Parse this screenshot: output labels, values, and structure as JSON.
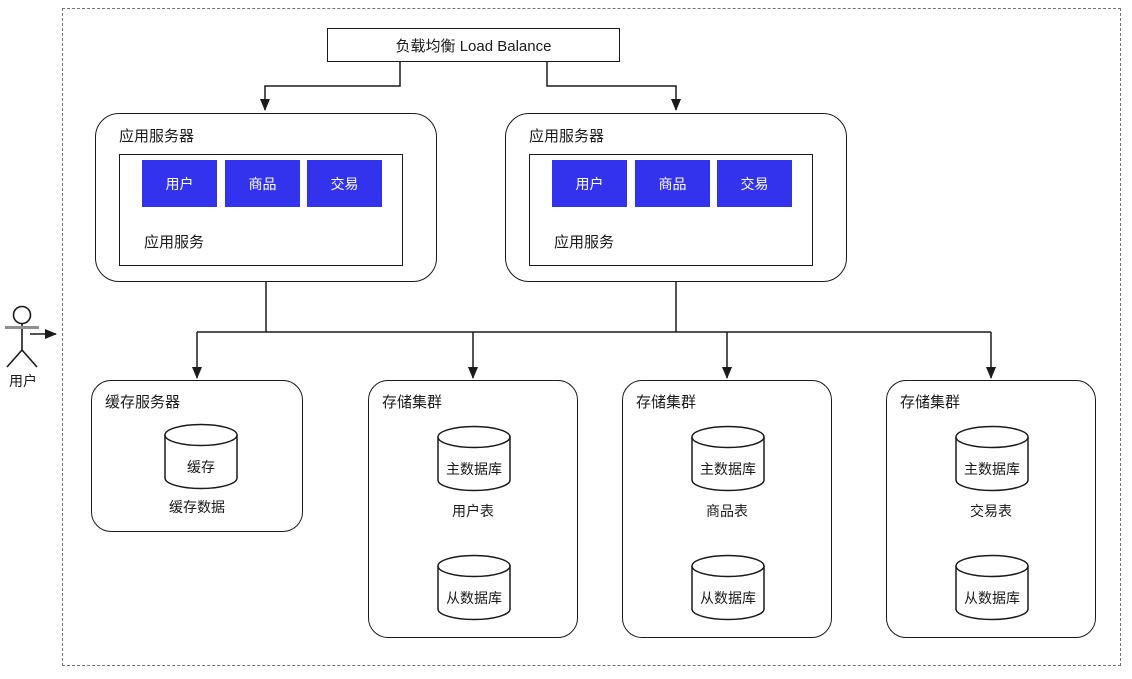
{
  "diagram": {
    "actor": {
      "label": "用户"
    },
    "load_balancer": {
      "label": "负载均衡 Load Balance"
    },
    "app_servers": [
      {
        "title": "应用服务器",
        "service_group_label": "应用服务",
        "services": [
          "用户",
          "商品",
          "交易"
        ]
      },
      {
        "title": "应用服务器",
        "service_group_label": "应用服务",
        "services": [
          "用户",
          "商品",
          "交易"
        ]
      }
    ],
    "cache_server": {
      "title": "缓存服务器",
      "cylinder_label": "缓存",
      "caption": "缓存数据"
    },
    "storage_clusters": [
      {
        "title": "存储集群",
        "master_label": "主数据库",
        "caption": "用户表",
        "slave_label": "从数据库"
      },
      {
        "title": "存储集群",
        "master_label": "主数据库",
        "caption": "商品表",
        "slave_label": "从数据库"
      },
      {
        "title": "存储集群",
        "master_label": "主数据库",
        "caption": "交易表",
        "slave_label": "从数据库"
      }
    ],
    "colors": {
      "service_fill": "#3333EE",
      "service_text": "#FFFFFF",
      "line": "#1A1A1A",
      "boundary_dash": "#757575"
    }
  }
}
